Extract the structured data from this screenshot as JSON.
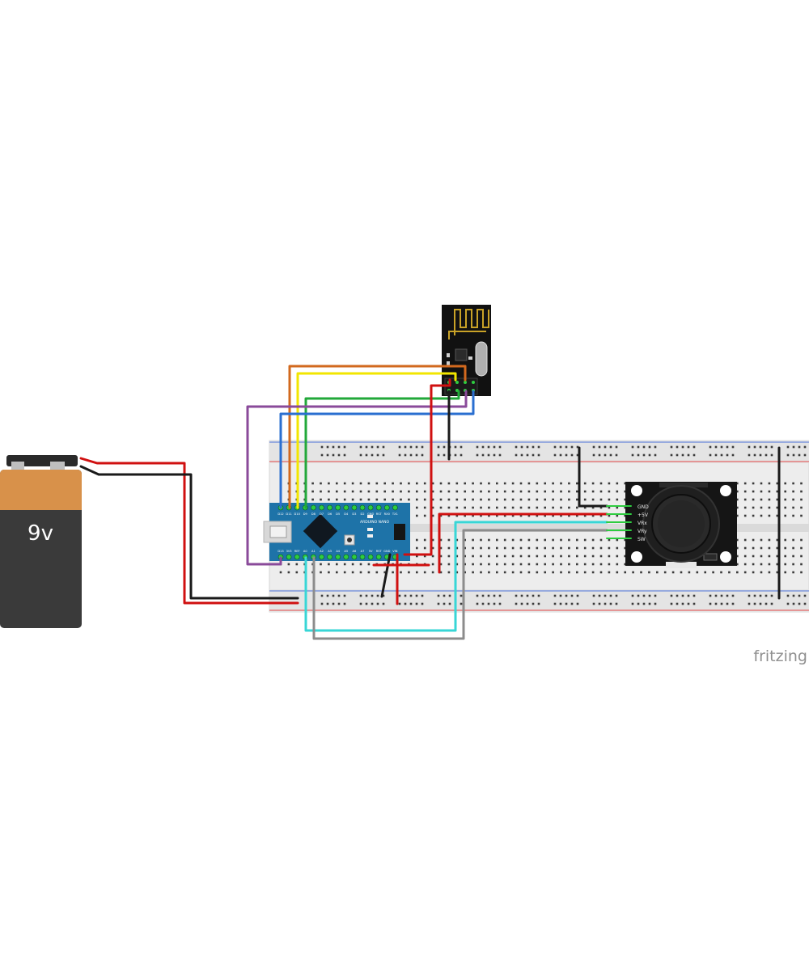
{
  "battery": {
    "label": "9v",
    "body_color": "#3a3a3a",
    "top_color": "#d8914a"
  },
  "arduino": {
    "top_pins": [
      "D12",
      "D11",
      "D10",
      "D9",
      "D8",
      "D7",
      "D6",
      "D5",
      "D4",
      "D3",
      "D2",
      "GND",
      "RST",
      "RX0",
      "TX1"
    ],
    "bottom_pins": [
      "D13",
      "3V3",
      "REF",
      "A0",
      "A1",
      "A2",
      "A3",
      "A4",
      "A5",
      "A6",
      "A7",
      "5V",
      "RST",
      "GND",
      "VIN"
    ],
    "board_text": "ARDUINO NANO",
    "color": "#1e73a8"
  },
  "joystick": {
    "pins": [
      "GND",
      "+5V",
      "VRx",
      "VRy",
      "SW"
    ]
  },
  "watermark": "fritzing",
  "wire_colors": {
    "red": "#d01010",
    "black": "#1a1a1a",
    "orange": "#d2691e",
    "yellow": "#f2e600",
    "green": "#22a83a",
    "blue": "#2a6fd0",
    "purple": "#8a4a9a",
    "cyan": "#38d6d6",
    "gray": "#8c8c8c"
  }
}
